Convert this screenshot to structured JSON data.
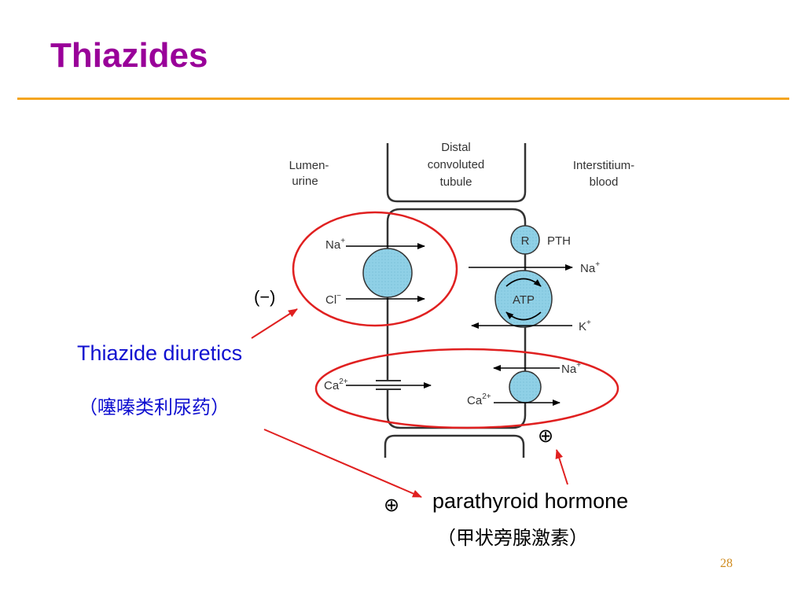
{
  "slide": {
    "title": "Thiazides",
    "page_number": "28",
    "accent_color": "#F4A520",
    "title_color": "#990099"
  },
  "diagram": {
    "headers": {
      "lumen_line1": "Lumen-",
      "lumen_line2": "urine",
      "tubule_line1": "Distal",
      "tubule_line2": "convoluted",
      "tubule_line3": "tubule",
      "interstitium_line1": "Interstitium-",
      "interstitium_line2": "blood"
    },
    "ions": {
      "na_lumen": "Na",
      "na_lumen_sup": "+",
      "cl_lumen": "Cl",
      "cl_lumen_sup": "−",
      "ca_lumen": "Ca",
      "ca_lumen_sup": "2+",
      "receptor": "R",
      "pth": "PTH",
      "na_blood": "Na",
      "na_blood_sup": "+",
      "atp": "ATP",
      "k_blood": "K",
      "k_blood_sup": "+",
      "na_exchanger": "Na",
      "na_exchanger_sup": "+",
      "ca_cell": "Ca",
      "ca_cell_sup": "2+"
    },
    "markers": {
      "inhibit": "(−)",
      "stimulate_pth": "⊕",
      "stimulate_thiazide": "⊕"
    },
    "colors": {
      "highlight": "#E02020",
      "transporter": "#8FD0E6",
      "text_blue": "#1010D0"
    }
  },
  "annotations": {
    "thiazide_en": "Thiazide diuretics",
    "thiazide_cn": "（噻嗪类利尿药）",
    "pth_en": "parathyroid hormone",
    "pth_cn": "（甲状旁腺激素）"
  }
}
